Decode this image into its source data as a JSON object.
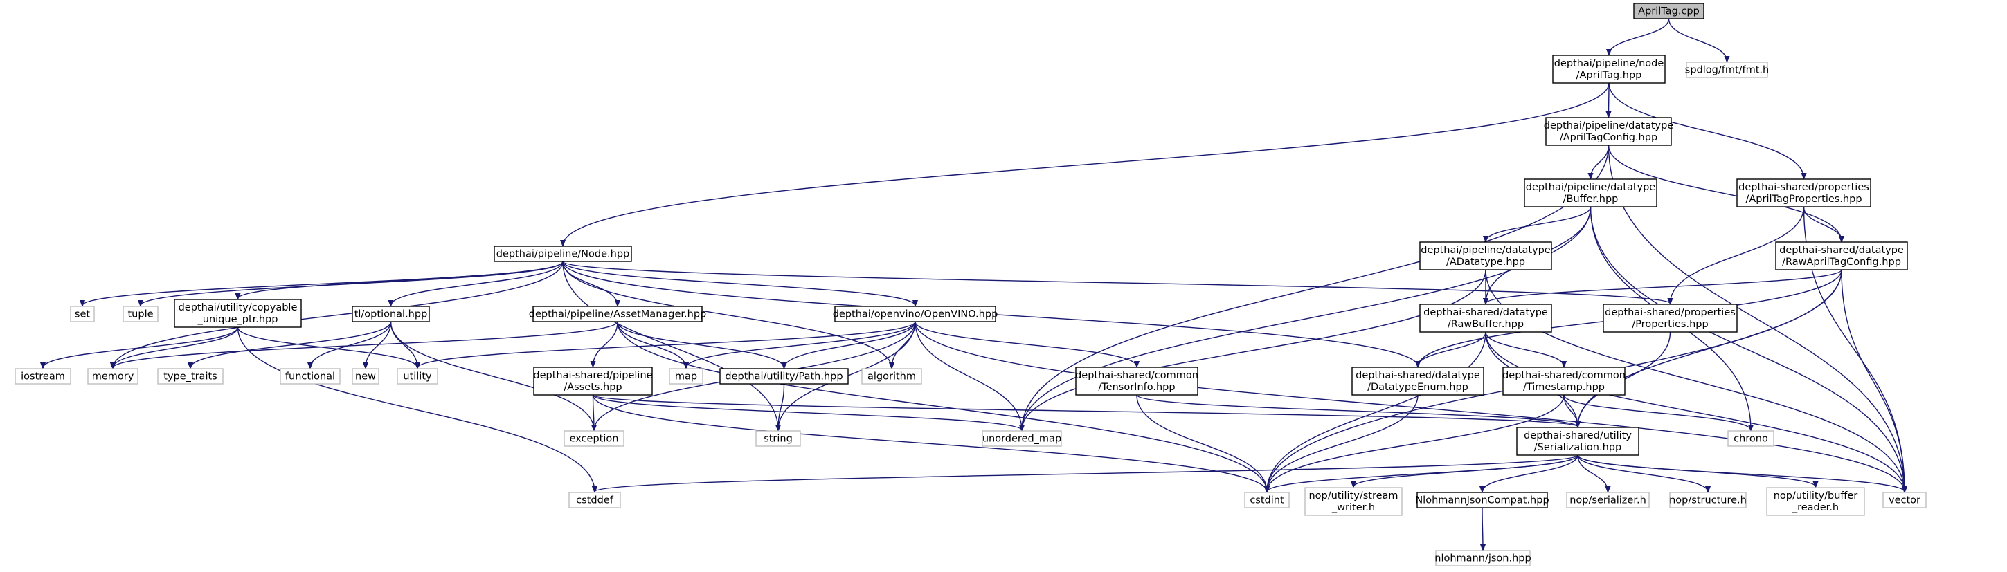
{
  "nodes": [
    {
      "id": "n_apriltag_cpp",
      "lines": [
        "AprilTag.cpp"
      ],
      "kind": "root"
    },
    {
      "id": "n_node_apriltag",
      "lines": [
        "depthai/pipeline/node",
        "/AprilTag.hpp"
      ],
      "kind": "inc"
    },
    {
      "id": "n_spdlog_fmt",
      "lines": [
        "spdlog/fmt/fmt.h"
      ],
      "kind": "ext"
    },
    {
      "id": "n_node_hpp",
      "lines": [
        "depthai/pipeline/Node.hpp"
      ],
      "kind": "inc"
    },
    {
      "id": "n_apriltagconfig",
      "lines": [
        "depthai/pipeline/datatype",
        "/AprilTagConfig.hpp"
      ],
      "kind": "inc"
    },
    {
      "id": "n_apriltagproperties",
      "lines": [
        "depthai-shared/properties",
        "/AprilTagProperties.hpp"
      ],
      "kind": "inc"
    },
    {
      "id": "n_buffer",
      "lines": [
        "depthai/pipeline/datatype",
        "/Buffer.hpp"
      ],
      "kind": "inc"
    },
    {
      "id": "n_rawapriltagconfig",
      "lines": [
        "depthai-shared/datatype",
        "/RawAprilTagConfig.hpp"
      ],
      "kind": "inc"
    },
    {
      "id": "n_adatatype",
      "lines": [
        "depthai/pipeline/datatype",
        "/ADatatype.hpp"
      ],
      "kind": "inc"
    },
    {
      "id": "n_set",
      "lines": [
        "set"
      ],
      "kind": "ext"
    },
    {
      "id": "n_tuple",
      "lines": [
        "tuple"
      ],
      "kind": "ext"
    },
    {
      "id": "n_copyable_unique_ptr",
      "lines": [
        "depthai/utility/copyable",
        "_unique_ptr.hpp"
      ],
      "kind": "inc"
    },
    {
      "id": "n_tl_optional",
      "lines": [
        "tl/optional.hpp"
      ],
      "kind": "inc"
    },
    {
      "id": "n_assetmanager",
      "lines": [
        "depthai/pipeline/AssetManager.hpp"
      ],
      "kind": "inc"
    },
    {
      "id": "n_openvino",
      "lines": [
        "depthai/openvino/OpenVINO.hpp"
      ],
      "kind": "inc"
    },
    {
      "id": "n_rawbuffer",
      "lines": [
        "depthai-shared/datatype",
        "/RawBuffer.hpp"
      ],
      "kind": "inc"
    },
    {
      "id": "n_properties",
      "lines": [
        "depthai-shared/properties",
        "/Properties.hpp"
      ],
      "kind": "inc"
    },
    {
      "id": "n_iostream",
      "lines": [
        "iostream"
      ],
      "kind": "ext"
    },
    {
      "id": "n_memory",
      "lines": [
        "memory"
      ],
      "kind": "ext"
    },
    {
      "id": "n_type_traits",
      "lines": [
        "type_traits"
      ],
      "kind": "ext"
    },
    {
      "id": "n_functional",
      "lines": [
        "functional"
      ],
      "kind": "ext"
    },
    {
      "id": "n_new",
      "lines": [
        "new"
      ],
      "kind": "ext"
    },
    {
      "id": "n_utility",
      "lines": [
        "utility"
      ],
      "kind": "ext"
    },
    {
      "id": "n_assets",
      "lines": [
        "depthai-shared/pipeline",
        "/Assets.hpp"
      ],
      "kind": "inc"
    },
    {
      "id": "n_map",
      "lines": [
        "map"
      ],
      "kind": "ext"
    },
    {
      "id": "n_path",
      "lines": [
        "depthai/utility/Path.hpp"
      ],
      "kind": "inc"
    },
    {
      "id": "n_algorithm",
      "lines": [
        "algorithm"
      ],
      "kind": "ext"
    },
    {
      "id": "n_tensorinfo",
      "lines": [
        "depthai-shared/common",
        "/TensorInfo.hpp"
      ],
      "kind": "inc"
    },
    {
      "id": "n_datatypeenum",
      "lines": [
        "depthai-shared/datatype",
        "/DatatypeEnum.hpp"
      ],
      "kind": "inc"
    },
    {
      "id": "n_timestamp",
      "lines": [
        "depthai-shared/common",
        "/Timestamp.hpp"
      ],
      "kind": "inc"
    },
    {
      "id": "n_exception",
      "lines": [
        "exception"
      ],
      "kind": "ext"
    },
    {
      "id": "n_string",
      "lines": [
        "string"
      ],
      "kind": "ext"
    },
    {
      "id": "n_unordered_map",
      "lines": [
        "unordered_map"
      ],
      "kind": "ext"
    },
    {
      "id": "n_serialization",
      "lines": [
        "depthai-shared/utility",
        "/Serialization.hpp"
      ],
      "kind": "inc"
    },
    {
      "id": "n_chrono",
      "lines": [
        "chrono"
      ],
      "kind": "ext"
    },
    {
      "id": "n_cstddef",
      "lines": [
        "cstddef"
      ],
      "kind": "ext"
    },
    {
      "id": "n_cstdint",
      "lines": [
        "cstdint"
      ],
      "kind": "ext"
    },
    {
      "id": "n_stream_writer",
      "lines": [
        "nop/utility/stream",
        "_writer.h"
      ],
      "kind": "ext"
    },
    {
      "id": "n_nlohmannjsoncompat",
      "lines": [
        "NlohmannJsonCompat.hpp"
      ],
      "kind": "inc"
    },
    {
      "id": "n_nop_serializer",
      "lines": [
        "nop/serializer.h"
      ],
      "kind": "ext"
    },
    {
      "id": "n_nop_structure",
      "lines": [
        "nop/structure.h"
      ],
      "kind": "ext"
    },
    {
      "id": "n_buffer_reader",
      "lines": [
        "nop/utility/buffer",
        "_reader.h"
      ],
      "kind": "ext"
    },
    {
      "id": "n_vector",
      "lines": [
        "vector"
      ],
      "kind": "ext"
    },
    {
      "id": "n_nlohmann_json",
      "lines": [
        "nlohmann/json.hpp"
      ],
      "kind": "ext"
    }
  ],
  "edges": [
    [
      "n_apriltag_cpp",
      "n_node_apriltag"
    ],
    [
      "n_apriltag_cpp",
      "n_spdlog_fmt"
    ],
    [
      "n_node_apriltag",
      "n_node_hpp"
    ],
    [
      "n_node_apriltag",
      "n_apriltagconfig"
    ],
    [
      "n_node_apriltag",
      "n_apriltagproperties"
    ],
    [
      "n_apriltagconfig",
      "n_buffer"
    ],
    [
      "n_apriltagconfig",
      "n_rawapriltagconfig"
    ],
    [
      "n_apriltagconfig",
      "n_unordered_map"
    ],
    [
      "n_apriltagconfig",
      "n_vector"
    ],
    [
      "n_apriltagproperties",
      "n_rawapriltagconfig"
    ],
    [
      "n_apriltagproperties",
      "n_properties"
    ],
    [
      "n_apriltagproperties",
      "n_vector"
    ],
    [
      "n_buffer",
      "n_adatatype"
    ],
    [
      "n_buffer",
      "n_rawbuffer"
    ],
    [
      "n_buffer",
      "n_unordered_map"
    ],
    [
      "n_buffer",
      "n_chrono"
    ],
    [
      "n_buffer",
      "n_vector"
    ],
    [
      "n_rawapriltagconfig",
      "n_rawbuffer"
    ],
    [
      "n_rawapriltagconfig",
      "n_datatypeenum"
    ],
    [
      "n_rawapriltagconfig",
      "n_serialization"
    ],
    [
      "n_rawapriltagconfig",
      "n_cstdint"
    ],
    [
      "n_rawapriltagconfig",
      "n_vector"
    ],
    [
      "n_adatatype",
      "n_rawbuffer"
    ],
    [
      "n_adatatype",
      "n_unordered_map"
    ],
    [
      "n_adatatype",
      "n_vector"
    ],
    [
      "n_node_hpp",
      "n_set"
    ],
    [
      "n_node_hpp",
      "n_tuple"
    ],
    [
      "n_node_hpp",
      "n_copyable_unique_ptr"
    ],
    [
      "n_node_hpp",
      "n_tl_optional"
    ],
    [
      "n_node_hpp",
      "n_assetmanager"
    ],
    [
      "n_node_hpp",
      "n_openvino"
    ],
    [
      "n_node_hpp",
      "n_properties"
    ],
    [
      "n_node_hpp",
      "n_memory"
    ],
    [
      "n_node_hpp",
      "n_algorithm"
    ],
    [
      "n_node_hpp",
      "n_datatypeenum"
    ],
    [
      "n_node_hpp",
      "n_string"
    ],
    [
      "n_copyable_unique_ptr",
      "n_iostream"
    ],
    [
      "n_copyable_unique_ptr",
      "n_memory"
    ],
    [
      "n_copyable_unique_ptr",
      "n_utility"
    ],
    [
      "n_copyable_unique_ptr",
      "n_cstddef"
    ],
    [
      "n_tl_optional",
      "n_type_traits"
    ],
    [
      "n_tl_optional",
      "n_functional"
    ],
    [
      "n_tl_optional",
      "n_new"
    ],
    [
      "n_tl_optional",
      "n_utility"
    ],
    [
      "n_tl_optional",
      "n_exception"
    ],
    [
      "n_assetmanager",
      "n_memory"
    ],
    [
      "n_assetmanager",
      "n_assets"
    ],
    [
      "n_assetmanager",
      "n_map"
    ],
    [
      "n_assetmanager",
      "n_path"
    ],
    [
      "n_assetmanager",
      "n_cstdint"
    ],
    [
      "n_openvino",
      "n_utility"
    ],
    [
      "n_openvino",
      "n_map"
    ],
    [
      "n_openvino",
      "n_path"
    ],
    [
      "n_openvino",
      "n_algorithm"
    ],
    [
      "n_openvino",
      "n_tensorinfo"
    ],
    [
      "n_openvino",
      "n_exception"
    ],
    [
      "n_openvino",
      "n_string"
    ],
    [
      "n_openvino",
      "n_unordered_map"
    ],
    [
      "n_openvino",
      "n_vector"
    ],
    [
      "n_assets",
      "n_exception"
    ],
    [
      "n_assets",
      "n_unordered_map"
    ],
    [
      "n_assets",
      "n_serialization"
    ],
    [
      "n_assets",
      "n_cstdint"
    ],
    [
      "n_path",
      "n_string"
    ],
    [
      "n_tensorinfo",
      "n_serialization"
    ],
    [
      "n_tensorinfo",
      "n_cstdint"
    ],
    [
      "n_rawbuffer",
      "n_datatypeenum"
    ],
    [
      "n_rawbuffer",
      "n_timestamp"
    ],
    [
      "n_rawbuffer",
      "n_serialization"
    ],
    [
      "n_rawbuffer",
      "n_cstdint"
    ],
    [
      "n_rawbuffer",
      "n_vector"
    ],
    [
      "n_properties",
      "n_serialization"
    ],
    [
      "n_datatypeenum",
      "n_cstdint"
    ],
    [
      "n_timestamp",
      "n_serialization"
    ],
    [
      "n_timestamp",
      "n_chrono"
    ],
    [
      "n_timestamp",
      "n_cstdint"
    ],
    [
      "n_serialization",
      "n_cstddef"
    ],
    [
      "n_serialization",
      "n_cstdint"
    ],
    [
      "n_serialization",
      "n_stream_writer"
    ],
    [
      "n_serialization",
      "n_nlohmannjsoncompat"
    ],
    [
      "n_serialization",
      "n_nop_serializer"
    ],
    [
      "n_serialization",
      "n_nop_structure"
    ],
    [
      "n_serialization",
      "n_buffer_reader"
    ],
    [
      "n_serialization",
      "n_vector"
    ],
    [
      "n_nlohmannjsoncompat",
      "n_nlohmann_json"
    ]
  ]
}
